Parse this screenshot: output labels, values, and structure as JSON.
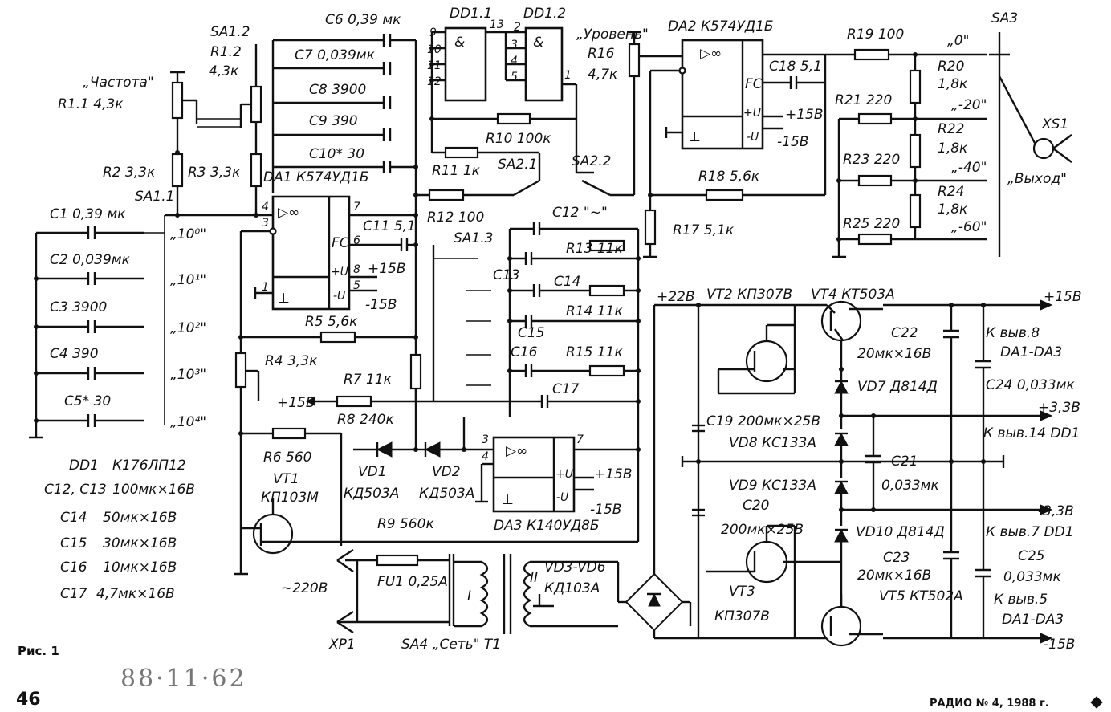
{
  "figure": {
    "caption": "Рис. 1",
    "page_number": "46",
    "journal_footer": "РАДИО № 4, 1988 г.",
    "handwritten_note": "88·11·62"
  },
  "parts_list": [
    {
      "ref": "DD1",
      "value": "К176ЛП12"
    },
    {
      "ref": "C12, C13",
      "value": "100мк×16В"
    },
    {
      "ref": "C14",
      "value": "50мк×16В"
    },
    {
      "ref": "C15",
      "value": "30мк×16В"
    },
    {
      "ref": "C16",
      "value": "10мк×16В"
    },
    {
      "ref": "C17",
      "value": "4,7мк×16В"
    }
  ],
  "components": {
    "sa1_2": "SA1.2",
    "sa1_1": "SA1.1",
    "sa1_3": "SA1.3",
    "freq_ctrl": "„Частота\"",
    "r1_1": "R1.1 4,3к",
    "r1_2a": "R1.2",
    "r1_2b": "4,3к",
    "r2": "R2 3,3к",
    "r3": "R3 3,3к",
    "c6": "C6 0,39 мк",
    "c7": "C7 0,039мк",
    "c8": "C8 3900",
    "c9": "C9 390",
    "c10": "C10* 30",
    "c1": "C1 0,39 мк",
    "c2": "C2 0,039мк",
    "c3": "C3 3900",
    "c4": "C4 390",
    "c5": "C5* 30",
    "pos0": "„10⁰\"",
    "pos1": "„10¹\"",
    "pos2": "„10²\"",
    "pos3": "„10³\"",
    "pos4": "„10⁴\"",
    "dd1_1": "DD1.1",
    "dd1_2": "DD1.2",
    "level_ctrl": "„Уровень\"",
    "r16a": "R16",
    "r16b": "4,7к",
    "r10": "R10 100к",
    "r11": "R11 1к",
    "sa2_1": "SA2.1",
    "sa2_2": "SA2.2",
    "da1": "DA1 К574УД1Б",
    "c11": "C11 5,1",
    "da2": "DA2 К574УД1Б",
    "c18": "C18 5,1",
    "r12": "R12 100",
    "r18": "R18 5,6к",
    "r17": "R17 5,1к",
    "r19": "R19 100",
    "r20a": "R20",
    "r20b": "1,8к",
    "r21": "R21 220",
    "r22a": "R22",
    "r22b": "1,8к",
    "r23": "R23 220",
    "r24a": "R24",
    "r24b": "1,8к",
    "r25": "R25 220",
    "sa3": "SA3",
    "att0": "„0\"",
    "att20": "„-20\"",
    "att40": "„-40\"",
    "att60": "„-60\"",
    "xs1": "XS1",
    "output": "„Выход\"",
    "c12": "C12 \"~\"",
    "r13": "R13 11к",
    "c13": "C13",
    "c14": "C14",
    "r14": "R14 11к",
    "c15": "C15",
    "c16": "C16",
    "r15": "R15 11к",
    "c17": "C17",
    "r5": "R5 5,6к",
    "r4": "R4 3,3к",
    "r7": "R7 11к",
    "r8": "R8 240к",
    "r6": "R6 560",
    "vt1a": "VT1",
    "vt1b": "КП103М",
    "vd1a": "VD1",
    "vd1b": "КД503А",
    "vd2a": "VD2",
    "vd2b": "КД503А",
    "da3": "DA3 К140УД8Б",
    "r9": "R9 560к",
    "fu1": "FU1 0,25А",
    "mains": "~220В",
    "xp1": "XP1",
    "sa4": "SA4 „Сеть\" T1",
    "wind1": "I",
    "wind2": "II",
    "vd3_6a": "VD3-VD6",
    "vd3_6b": "КД103А",
    "plus22": "+22В",
    "vt2": "VT2 КП307В",
    "vt4": "VT4 КТ503А",
    "vt3a": "VT3",
    "vt3b": "КП307В",
    "vt5": "VT5 КТ502А",
    "c19": "C19 200мк×25В",
    "c20": "C20",
    "c20v": "200мк×25В",
    "vd7": "VD7 Д814Д",
    "vd8": "VD8 КС133А",
    "vd9": "VD9 КС133А",
    "vd10": "VD10 Д814Д",
    "c21a": "C21",
    "c21b": "0,033мк",
    "c22a": "C22",
    "c22b": "20мк×16В",
    "c23a": "C23",
    "c23b": "20мк×16В",
    "c24": "C24 0,033мк",
    "c25a": "C25",
    "c25b": "0,033мк",
    "out_p15": "+15В",
    "out_p33": "+3,3В",
    "out_m33": "-3,3В",
    "out_m15": "-15В",
    "to_pin8a": "К выв.8",
    "to_pin8b": "DA1-DA3",
    "to_pin14": "К выв.14 DD1",
    "to_pin7": "К выв.7 DD1",
    "to_pin5a": "К выв.5",
    "to_pin5b": "DA1-DA3",
    "p15": "+15В",
    "m15": "-15В",
    "p8": "8",
    "p5": "5",
    "p4": "4",
    "p3": "3",
    "p7": "7",
    "p6": "6",
    "p1": "1",
    "p9": "9",
    "p10": "10",
    "p11": "11",
    "p12": "12",
    "p13": "13",
    "p2": "2",
    "fc": "FC",
    "pu": "+U",
    "mu": "-U",
    "amp": "▷∞",
    "gnd_sym": "⊥",
    "and_sym": "&"
  }
}
